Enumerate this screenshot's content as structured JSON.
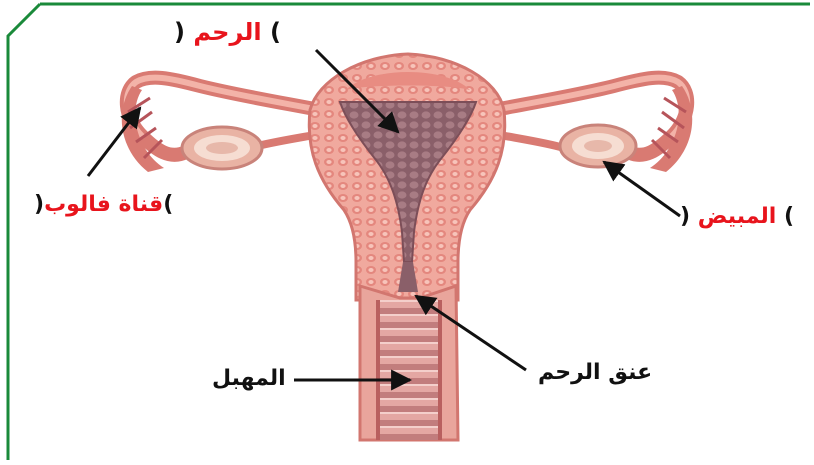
{
  "labels": {
    "uterus": {
      "answer": "الرحم",
      "open": "(",
      "close": ")"
    },
    "fallopian_tube": {
      "answer": "قناة فالوب",
      "open": "(",
      "close": ")"
    },
    "ovary": {
      "answer": "المبيض",
      "open": "(",
      "close": ")"
    },
    "cervix": "عنق الرحم",
    "vagina": "المهبل"
  },
  "colors": {
    "frame": "#1a8a3a",
    "answer_text": "#e8141c",
    "label_text": "#111111",
    "tissue_light": "#f3b3a8",
    "tissue_mid": "#e98d82",
    "tissue_dark": "#c9605a",
    "cavity": "#9a6f78",
    "ovary": "#f2cfc0"
  }
}
